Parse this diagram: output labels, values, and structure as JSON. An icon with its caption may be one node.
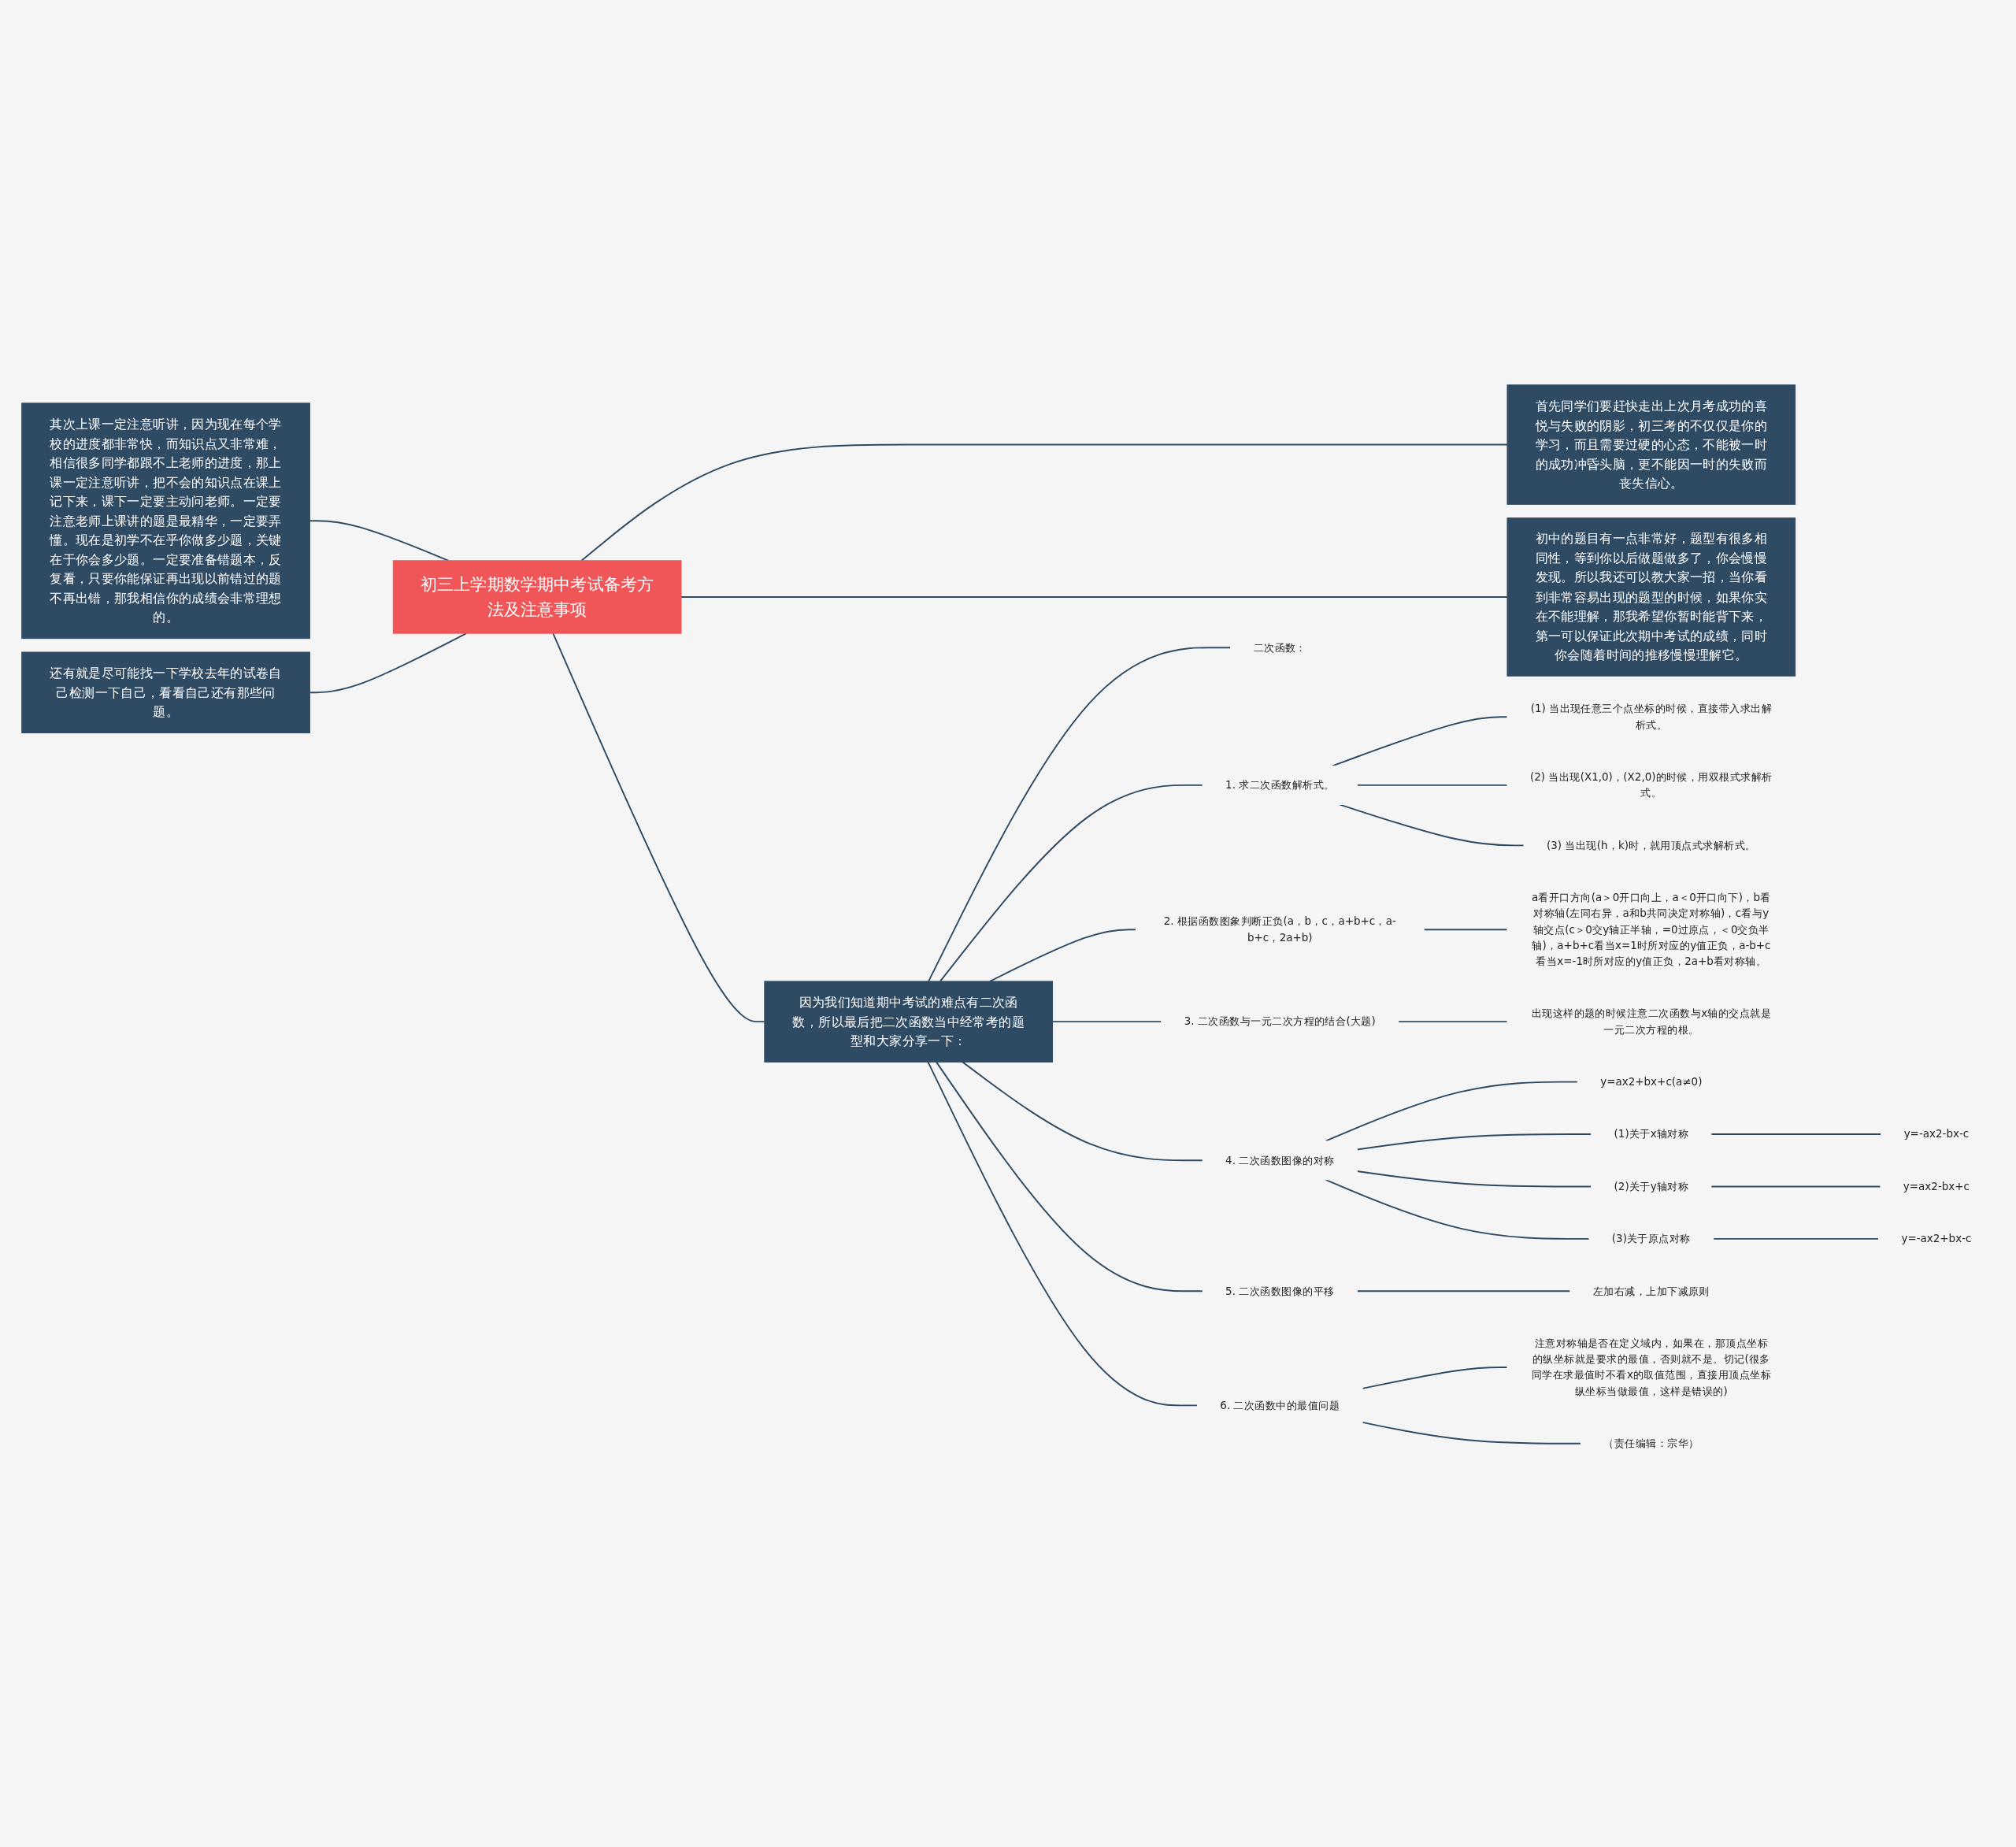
{
  "diagram": {
    "nodes": [
      {
        "text": [
          "初三上学期数学期中考试备考方法及注意事项"
        ]
      },
      {
        "text": [
          "其次上课一定注意听讲，因为现在每个学校的进度都非常快，而知识点又非常难，相信很多同学都跟不上老师的进度，那上课一定注意听讲，把不会的知识点在课上记下来，课下一定要主动问老师。一定要注意老师上课讲的题是最精华，一定要弄懂。现在是初学不在乎你做多少题，关键在于你会多少题。一定要准备错题本，反复看，只要你能保证再出现以前错过的题不再出错，那我相信你的成绩会非常理想的。"
        ]
      },
      {
        "text": [
          "还有就是尽可能找一下学校去年的试卷自己检测一下自己，看看自己还有那些问题。"
        ]
      },
      {
        "text": [
          "首先同学们要赶快走出上次月考成功的喜悦与失败的阴影，初三考的不仅仅是你的学习，而且需要过硬的心态，不能被一时的成功冲昏头脑，更不能因一时的失败而丧失信心。"
        ]
      },
      {
        "text": [
          "初中的题目有一点非常好，题型有很多相同性，等到你以后做题做多了，你会慢慢发现。所以我还可以教大家一招，当你看到非常容易出现的题型的时候，如果你实在不能理解，那我希望你暂时能背下来，第一可以保证此次期中考试的成绩，同时你会随着时间的推移慢慢理解它。"
        ]
      },
      {
        "text": [
          "因为我们知道期中考试的难点有二次函数，所以最后把二次函数当中经常考的题型和大家分享一下："
        ]
      },
      {
        "text": [
          "二次函数："
        ]
      },
      {
        "text": [
          "1. 求二次函数解析式。"
        ]
      },
      {
        "text": [
          "(1) 当出现任意三个点坐标的时候，直接带入求出解析式。"
        ]
      },
      {
        "text": [
          "(2) 当出现(X1,0)，(X2,0)的时候，用双根式求解析式。"
        ]
      },
      {
        "text": [
          "(3) 当出现(h，k)时，就用顶点式求解析式。"
        ]
      },
      {
        "text": [
          "2. 根据函数图象判断正负(a，b，c，a+b+c，a-b+c，2a+b)"
        ]
      },
      {
        "text": [
          "a看开口方向(a＞0开口向上，a＜0开口向下)，b看对称轴(左同右异，a和b共同决定对称轴)，c看与y轴交点(c＞0交y轴正半轴，=0过原点，＜0交负半轴)，a+b+c看当x=1时所对应的y值正负，a-b+c看当x=-1时所对应的y值正负，2a+b看对称轴。"
        ]
      },
      {
        "text": [
          "3. 二次函数与一元二次方程的结合(大题)"
        ]
      },
      {
        "text": [
          "出现这样的题的时候注意二次函数与x轴的交点就是一元二次方程的根。"
        ]
      },
      {
        "text": [
          "4. 二次函数图像的对称"
        ]
      },
      {
        "text": [
          "y=ax2+bx+c(a≠0)"
        ]
      },
      {
        "text": [
          "(1)关于x轴对称"
        ]
      },
      {
        "text": [
          "y=-ax2-bx-c"
        ]
      },
      {
        "text": [
          "(2)关于y轴对称"
        ]
      },
      {
        "text": [
          "y=ax2-bx+c"
        ]
      },
      {
        "text": [
          "(3)关于原点对称"
        ]
      },
      {
        "text": [
          "y=-ax2+bx-c"
        ]
      },
      {
        "text": [
          "5. 二次函数图像的平移"
        ]
      },
      {
        "text": [
          "左加右减，上加下减原则"
        ]
      },
      {
        "text": [
          "6. 二次函数中的最值问题"
        ]
      },
      {
        "text": [
          "注意对称轴是否在定义域内，如果在，那顶点坐标的纵坐标就是要求的最值，否则就不是。切记(很多同学在求最值时不看x的取值范围，直接用顶点坐标纵坐标当做最值，这样是错误的)"
        ]
      },
      {
        "text": [
          "（责任编辑：宗华）"
        ]
      }
    ],
    "edges": [
      {
        "from": 0,
        "to": 1,
        "arrow": "none"
      },
      {
        "from": 0,
        "to": 2,
        "arrow": "none"
      },
      {
        "from": 0,
        "to": 3,
        "arrow": "none"
      },
      {
        "from": 0,
        "to": 4,
        "arrow": "none"
      },
      {
        "from": 0,
        "to": 5,
        "arrow": "none"
      },
      {
        "from": 5,
        "to": 6,
        "arrow": "none"
      },
      {
        "from": 5,
        "to": 7,
        "arrow": "none"
      },
      {
        "from": 7,
        "to": 8,
        "arrow": "none"
      },
      {
        "from": 7,
        "to": 9,
        "arrow": "none"
      },
      {
        "from": 7,
        "to": 10,
        "arrow": "none"
      },
      {
        "from": 5,
        "to": 11,
        "arrow": "none"
      },
      {
        "from": 11,
        "to": 12,
        "arrow": "none"
      },
      {
        "from": 5,
        "to": 13,
        "arrow": "none"
      },
      {
        "from": 13,
        "to": 14,
        "arrow": "none"
      },
      {
        "from": 5,
        "to": 15,
        "arrow": "none"
      },
      {
        "from": 15,
        "to": 16,
        "arrow": "none"
      },
      {
        "from": 15,
        "to": 17,
        "arrow": "none"
      },
      {
        "from": 17,
        "to": 18,
        "arrow": "none"
      },
      {
        "from": 15,
        "to": 19,
        "arrow": "none"
      },
      {
        "from": 19,
        "to": 20,
        "arrow": "none"
      },
      {
        "from": 15,
        "to": 21,
        "arrow": "none"
      },
      {
        "from": 21,
        "to": 22,
        "arrow": "none"
      },
      {
        "from": 5,
        "to": 23,
        "arrow": "none"
      },
      {
        "from": 23,
        "to": 24,
        "arrow": "none"
      },
      {
        "from": 5,
        "to": 25,
        "arrow": "none"
      },
      {
        "from": 25,
        "to": 26,
        "arrow": "none"
      },
      {
        "from": 25,
        "to": 27,
        "arrow": "none"
      }
    ]
  }
}
